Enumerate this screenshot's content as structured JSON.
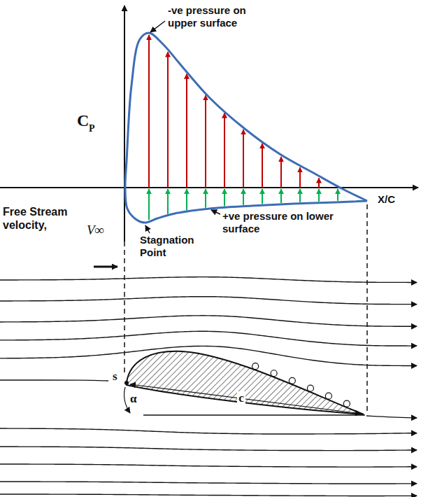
{
  "diagram": {
    "labels": [
      "-ve pressure on upper surface",
      "C",
      "P",
      "X/C",
      "Free Stream velocity,",
      "V∞",
      "+ve pressure on lower surface",
      "Stagnation Point",
      "s",
      "c",
      "α"
    ]
  }
}
